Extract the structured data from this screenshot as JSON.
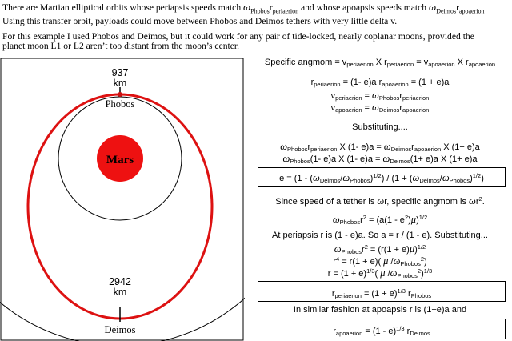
{
  "intro": {
    "line1_a": "There are Martian elliptical orbits whose periapsis speeds match ",
    "line1_b": "Phobos",
    "line1_c": "periaerion",
    "line1_d": " and whose apoapsis speeds match ",
    "line1_e": "Deimos",
    "line1_f": "apoaerion",
    "line2": "Using this transfer orbit, payloads could move between Phobos and Deimos tethers with very little delta v.",
    "line3": "For this example I used Phobos and Deimos, but it could work for any pair of tide-locked, nearly coplanar moons, provided the",
    "line4": "planet moon L1 or L2 aren’t too distant from the moon’s center.",
    "omega": "ω",
    "r": "r"
  },
  "diagram": {
    "planet": "Mars",
    "phobos_label": "Phobos",
    "deimos_label": "Deimos",
    "phobos_alt_value": "937",
    "phobos_alt_unit": "km",
    "deimos_alt_value": "2942",
    "deimos_alt_unit": "km",
    "colors": {
      "planet": "#ee1111",
      "transfer_orbit": "#dd1111",
      "moon_orbits": "#000000"
    }
  },
  "eq": {
    "e1a": "Specific angmom = v",
    "e1b": "periaerion",
    "e1c": " X r",
    "e1d": "periaerion",
    "e1e": " =  v",
    "e1f": "apoaerion",
    "e1g": " X r",
    "e1h": "apoaerion",
    "e2a": "r",
    "e2b": "periaerion",
    "e2c": " = (1- e)a      r",
    "e2d": "apoaerion",
    "e2e": " = (1 + e)a",
    "e3a": "v",
    "e3b": "periaerion",
    "e3c": " = ",
    "e3d": "ω",
    "e3e": "Phobos",
    "e3f": "r",
    "e3g": "periaerion",
    "e4a": "v",
    "e4b": "apoaerion",
    "e4c": " = ",
    "e4d": "ω",
    "e4e": "Deimos",
    "e4f": "r",
    "e4g": "apoaerion",
    "subst": "Substituting....",
    "e5a": "ω",
    "e5b": "Phobos",
    "e5c": "r",
    "e5d": "periaerion",
    "e5e": " X (1- e)a = ",
    "e5f": "ω",
    "e5g": "Deimos",
    "e5h": "r",
    "e5i": "apoaerion",
    "e5j": " X (1+ e)a",
    "e6a": "ω",
    "e6b": "Phobos",
    "e6c": "(1- e)a X (1- e)a = ",
    "e6d": "ω",
    "e6e": "Deimos",
    "e6f": "(1+ e)a X (1+ e)a",
    "e7a": "e = (1 - (",
    "e7b": "ω",
    "e7c": "Deimos",
    "e7d": "/",
    "e7e": "ω",
    "e7f": "Phobos",
    "e7g": ")",
    "e7h": "1/2",
    "e7i": ") / (1 + (",
    "e7j": "ω",
    "e7k": "Deimos",
    "e7l": "/",
    "e7m": "ω",
    "e7n": "Phobos",
    "e7o": ")",
    "e7p": "1/2",
    "e7q": ")",
    "e8a": "Since speed of a tether is ",
    "e8b": "ω",
    "e8c": "r, specific angmom is ",
    "e8d": "ω",
    "e8e": "r",
    "e8f": "2",
    "e8g": ".",
    "e9a": "ω",
    "e9b": "Phobos",
    "e9c": "r",
    "e9d": "2",
    "e9e": " = (a(1 - e",
    "e9f": "2",
    "e9g": ")",
    "e9h": "μ",
    "e9i": ")",
    "e9j": "1/2",
    "e10": "At periapsis r is (1 - e)a.  So a = r / (1 - e).  Substituting...",
    "e11a": "ω",
    "e11b": "Phobos",
    "e11c": "r",
    "e11d": "2",
    "e11e": " = (r(1 + e)",
    "e11f": "μ",
    "e11g": ")",
    "e11h": "1/2",
    "e12a": "r",
    "e12b": "4",
    "e12c": " = r(1 + e)( ",
    "e12d": "μ",
    "e12e": " /",
    "e12f": "ω",
    "e12g": "Phobos",
    "e12h": "2",
    "e12i": ")",
    "e13a": "r  = (1 + e)",
    "e13b": "1/3",
    "e13c": "( ",
    "e13d": "μ",
    "e13e": " /",
    "e13f": "ω",
    "e13g": "Phobos",
    "e13h": "2",
    "e13i": ")",
    "e13j": "1/3",
    "e14a": "r",
    "e14b": "periaerion",
    "e14c": " = (1 + e)",
    "e14d": "1/3",
    "e14e": " r",
    "e14f": "Phobos",
    "e15": "In similar fashion at apoapsis r is (1+e)a and",
    "e16a": "r",
    "e16b": "apoaerion",
    "e16c": " = (1 - e)",
    "e16d": "1/3",
    "e16e": " r",
    "e16f": "Deimos"
  }
}
